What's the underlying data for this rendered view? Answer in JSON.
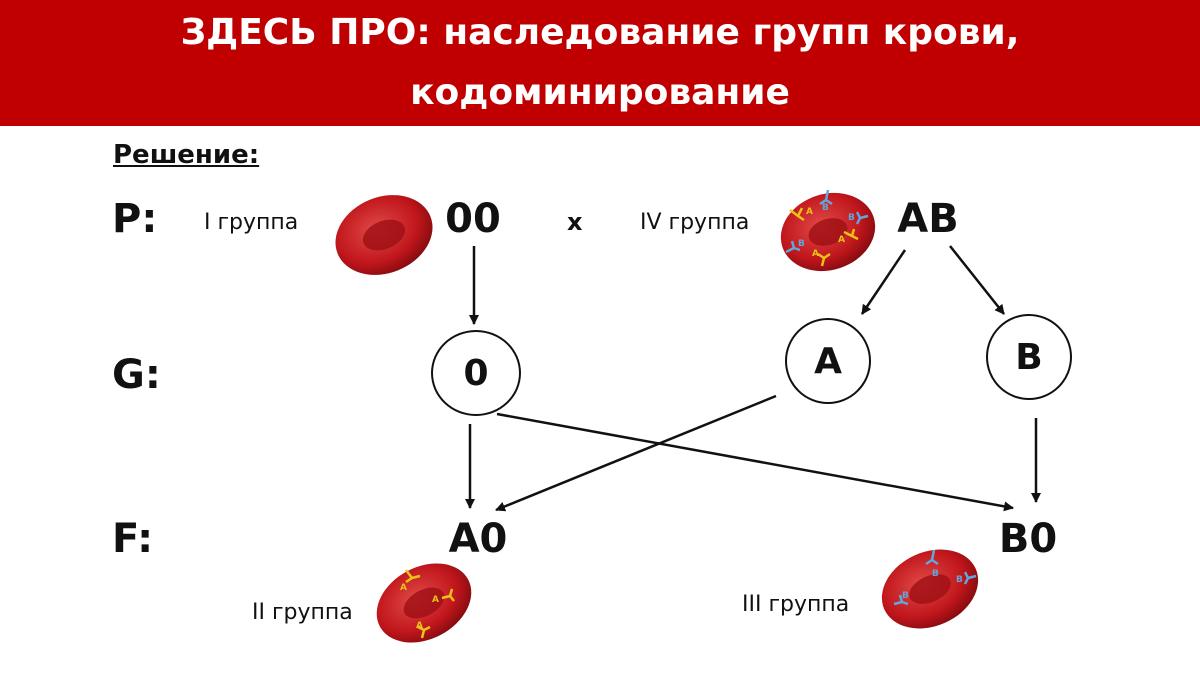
{
  "header": {
    "line1": "ЗДЕСЬ ПРО: наследование групп крови,",
    "line2": "кодоминирование"
  },
  "solution_label": "Решение:",
  "rows": {
    "p": "P:",
    "g": "G:",
    "f": "F:"
  },
  "parents": {
    "mother": {
      "group": "I группа",
      "genotype": "00"
    },
    "cross": "x",
    "father": {
      "group": "IV группа",
      "genotype": "AB"
    }
  },
  "gametes": [
    "0",
    "A",
    "B"
  ],
  "offspring": [
    {
      "genotype": "A0",
      "group": "II группа"
    },
    {
      "genotype": "B0",
      "group": "III группа"
    }
  ],
  "antigen_labels": {
    "a": "A",
    "b": "B"
  },
  "colors": {
    "header_bg": "#c00000",
    "cell_red": "#c0161c",
    "antigen_a": "#e8c416",
    "antigen_b": "#5fa8dc"
  }
}
